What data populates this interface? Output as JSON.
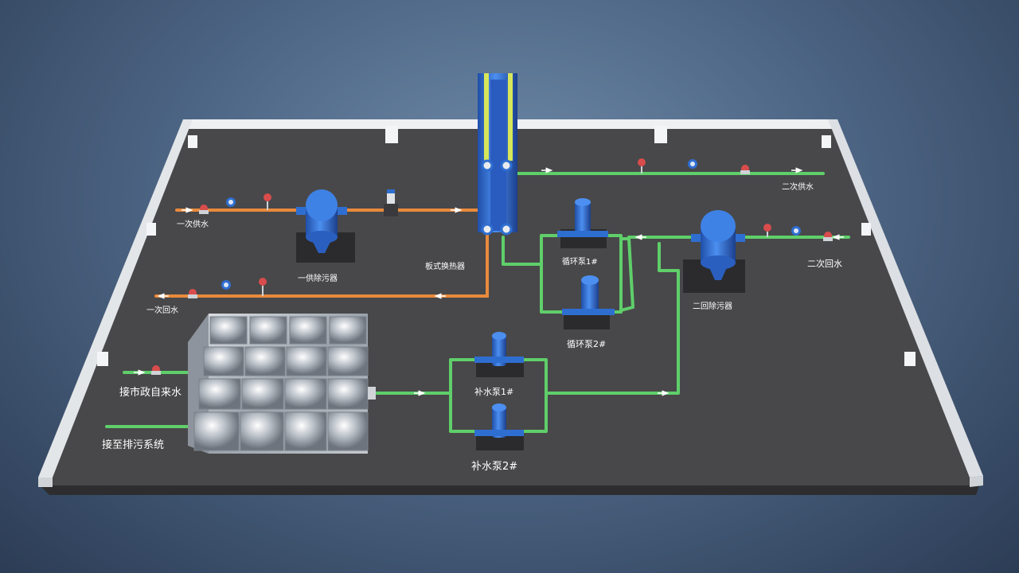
{
  "labels": {
    "primary_supply": "一次供水",
    "primary_return": "一次回水",
    "primary_strainer": "一供除污器",
    "plate_heat_exchanger": "板式换热器",
    "secondary_supply": "二次供水",
    "secondary_return": "二次回水",
    "secondary_strainer": "二回除污器",
    "circulation_pump_1": "循环泵1#",
    "circulation_pump_2": "循环泵2#",
    "makeup_pump_1": "补水泵1#",
    "makeup_pump_2": "补水泵2#",
    "city_water_inlet": "接市政自来水",
    "sewage_outlet": "接至排污系统"
  },
  "colors": {
    "primary_pipe": "#e98a3c",
    "secondary_pipe": "#5fcf6a",
    "equipment_blue": "#2f6ed1",
    "floor": "#4a4a4c",
    "wall": "#e8eaec"
  }
}
